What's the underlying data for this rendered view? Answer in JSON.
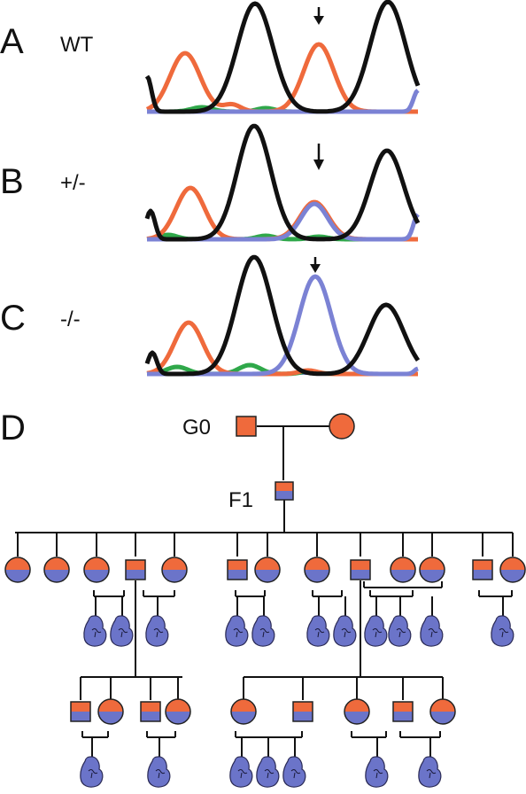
{
  "panels": [
    {
      "letter": "A",
      "genotype": "WT"
    },
    {
      "letter": "B",
      "genotype": "+/-"
    },
    {
      "letter": "C",
      "genotype": "-/-"
    }
  ],
  "panel_d": {
    "letter": "D",
    "generation_labels": {
      "g0": "G0",
      "f1": "F1"
    }
  },
  "colors": {
    "trace_black": "#111111",
    "trace_orange": "#ef6a3c",
    "trace_blue": "#7b82d4",
    "trace_green": "#2fa84a",
    "wildtype_fill": "#ef6a3c",
    "mutant_fill": "#6b74c9",
    "outline": "#222222",
    "line": "#111111"
  },
  "icons": {
    "arrow": "down-arrow-icon",
    "male": "square-male-symbol",
    "female": "circle-female-symbol",
    "embryo": "embryo-icon"
  }
}
